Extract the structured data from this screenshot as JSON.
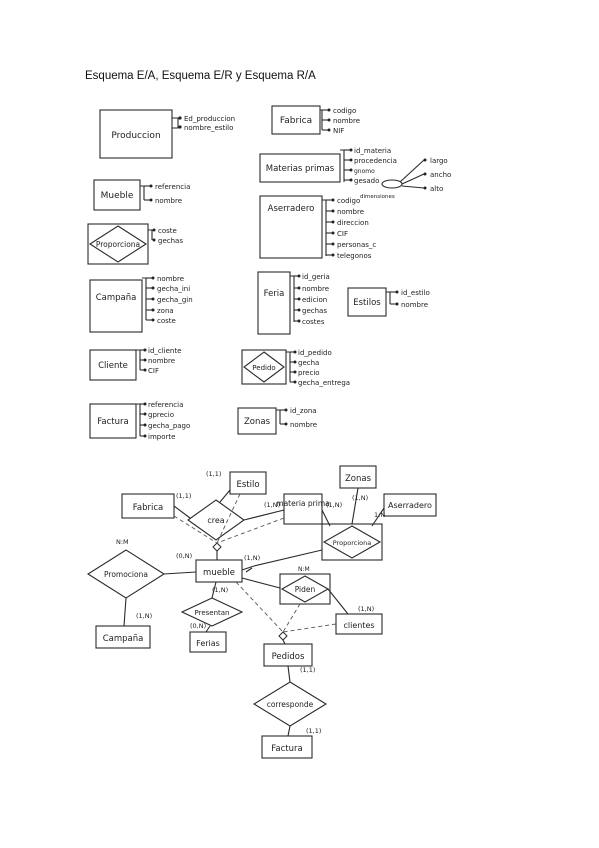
{
  "title": "Esquema E/A, Esquema E/R y Esquema R/A",
  "ea": {
    "produccion": {
      "name": "Produccion",
      "attrs": [
        "Ed_produccion",
        "nombre_estilo"
      ]
    },
    "fabrica": {
      "name": "Fabrica",
      "attrs": [
        "codigo",
        "nombre",
        "NIF"
      ]
    },
    "materias_primas": {
      "name": "Materias primas",
      "attrs": [
        "id_materia",
        "procedencia",
        "gnomo",
        "gesado"
      ],
      "sub_attrs": [
        "largo",
        "ancho",
        "alto"
      ],
      "sub_label": "dimensiones"
    },
    "mueble": {
      "name": "Mueble",
      "attrs": [
        "referencia",
        "nombre"
      ]
    },
    "proporciona": {
      "name": "Proporciona",
      "attrs": [
        "coste",
        "gechas"
      ]
    },
    "aserradero": {
      "name": "Aserradero",
      "attrs": [
        "codigo",
        "nombre",
        "direccion",
        "CIF",
        "personas_c",
        "telegonos"
      ]
    },
    "campana": {
      "name": "Campaña",
      "attrs": [
        "nombre",
        "gecha_ini",
        "gecha_gin",
        "zona",
        "coste"
      ]
    },
    "feria": {
      "name": "Feria",
      "attrs": [
        "id_geria",
        "nombre",
        "edicion",
        "gechas",
        "costes"
      ]
    },
    "estilos": {
      "name": "Estilos",
      "attrs": [
        "id_estilo",
        "nombre"
      ]
    },
    "cliente": {
      "name": "Cliente",
      "attrs": [
        "id_cliente",
        "nombre",
        "CIF"
      ]
    },
    "pedido": {
      "name": "Pedido",
      "attrs": [
        "id_pedido",
        "gecha",
        "precio",
        "gecha_entrega"
      ]
    },
    "factura": {
      "name": "Factura",
      "attrs": [
        "referencia",
        "gprecio",
        "gecha_pago",
        "importe"
      ]
    },
    "zonas": {
      "name": "Zonas",
      "attrs": [
        "id_zona",
        "nombre"
      ]
    }
  },
  "er": {
    "entities": {
      "estilo": "Estilo",
      "zonas": "Zonas",
      "fabrica": "Fabrica",
      "materia_prima": "materia prima",
      "aserradero": "Aserradero",
      "mueble": "mueble",
      "campana": "Campaña",
      "ferias": "Ferias",
      "clientes": "clientes",
      "pedidos": "Pedidos",
      "factura": "Factura"
    },
    "relations": {
      "crea": "crea",
      "proporciona": "Proporciona",
      "promociona": "Promociona",
      "presentan": "Presentan",
      "piden": "Piden",
      "corresponde": "corresponde"
    },
    "cardinalities": {
      "estilo": "(1,1)",
      "zonas": "(1,N)",
      "fabrica": "(1,1)",
      "materia_left": "(1,N)",
      "materia_right": "(1,N)",
      "aserradero": "1:N",
      "promociona_ratio": "N:M",
      "mueble_left": "(0,N)",
      "mueble_right": "(1,N)",
      "mueble_below": "(1,N)",
      "piden_ratio": "N:M",
      "campana": "(1,N)",
      "ferias": "(0,N)",
      "clientes": "(1,N)",
      "pedidos": "(1,1)",
      "factura": "(1,1)"
    }
  }
}
